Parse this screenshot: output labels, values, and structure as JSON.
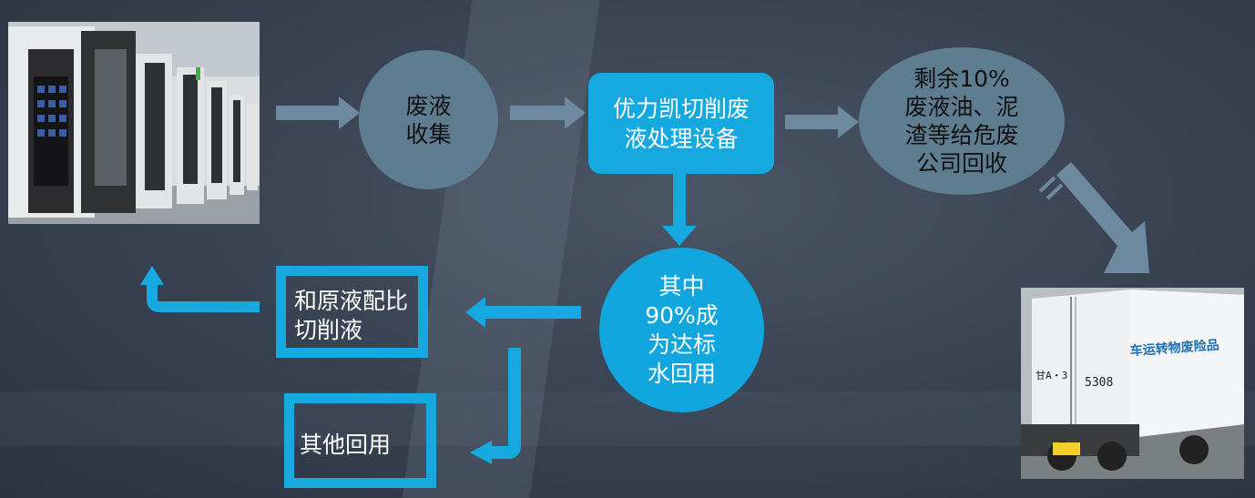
{
  "nodes": {
    "waste_collection": [
      "废液",
      "收集"
    ],
    "treatment_equipment": [
      "优力凯切削废",
      "液处理设备"
    ],
    "remaining_recycle": [
      "剩余10%",
      "废液油、泥",
      "渣等给危废",
      "公司回收"
    ],
    "water_reuse": [
      "其中",
      "90%成",
      "为达标",
      "水回用"
    ],
    "mix_cutting_fluid": [
      "和原液配比",
      "切削液"
    ],
    "other_reuse": "其他回用"
  },
  "truck": {
    "side_text": "车运转物废险品",
    "plate_left": "甘A・3",
    "plate_right": "5308"
  },
  "colors": {
    "accent_blue": "#16a9e0",
    "gray_node": "#5f7d91",
    "gray_arrow": "#6e8aa0",
    "background": "#3a4454"
  }
}
